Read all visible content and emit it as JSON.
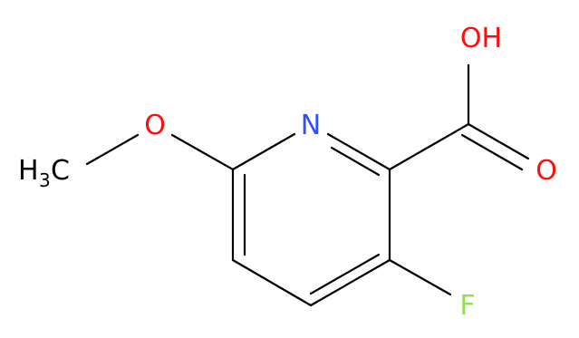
{
  "molecule": {
    "atoms": {
      "oh": {
        "text": "OH",
        "color": "#ff0d0d"
      },
      "carbonyl_o": {
        "text": "O",
        "color": "#ff0d0d"
      },
      "ring_n": {
        "text": "N",
        "color": "#3050f8"
      },
      "ether_o": {
        "text": "O",
        "color": "#ff0d0d"
      },
      "fluorine": {
        "text": "F",
        "color": "#90e050"
      },
      "methyl": {
        "h": "H",
        "sub": "3",
        "c": "C",
        "color": "#000000"
      }
    },
    "bond_color": "#000000"
  }
}
